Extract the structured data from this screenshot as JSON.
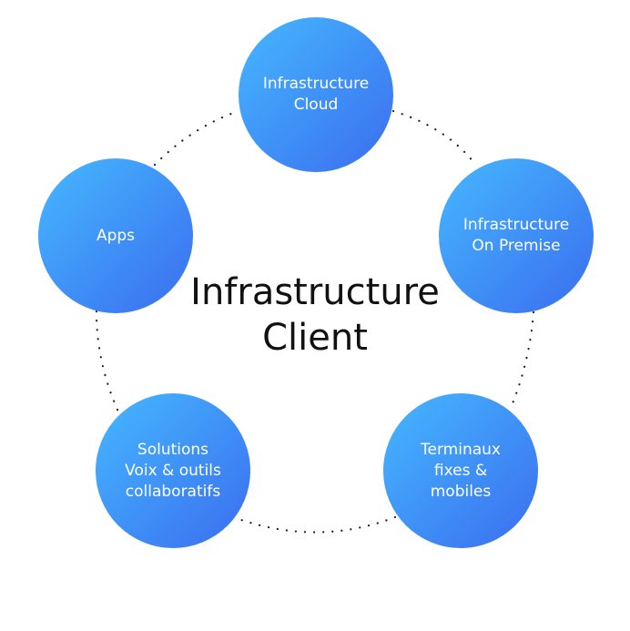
{
  "center": {
    "title": "Infrastructure\nClient"
  },
  "nodes": {
    "cloud": "Infrastructure\nCloud",
    "on_premise": "Infrastructure\nOn Premise",
    "terminals": "Terminaux\nfixes &\nmobiles",
    "voice": "Solutions\nVoix & outils\ncollaboratifs",
    "apps": "Apps"
  },
  "colors": {
    "node_gradient_start": "#46b8ff",
    "node_gradient_end": "#3b6df0",
    "connector": "#222222",
    "title": "#111111"
  }
}
